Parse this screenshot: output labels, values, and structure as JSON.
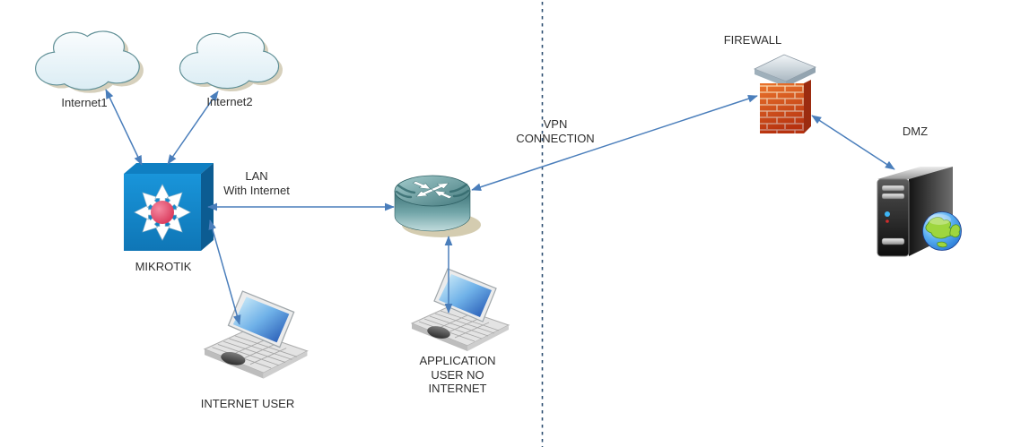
{
  "diagram_type": "network-topology",
  "nodes": {
    "internet1": {
      "label": "Internet1",
      "icon": "cloud-icon"
    },
    "internet2": {
      "label": "Internet2",
      "icon": "cloud-icon"
    },
    "mikrotik": {
      "label": "MIKROTIK",
      "icon": "switch-icon"
    },
    "router": {
      "icon": "router-icon"
    },
    "firewall": {
      "label": "FIREWALL",
      "icon": "brick-wall-icon"
    },
    "dmz": {
      "label": "DMZ",
      "icon": "server-globe-icon"
    },
    "internet_user": {
      "label": "INTERNET USER",
      "icon": "laptop-icon"
    },
    "app_user": {
      "lines": [
        "APPLICATION",
        "USER NO",
        "INTERNET"
      ],
      "icon": "laptop-icon"
    }
  },
  "edge_labels": {
    "lan": [
      "LAN",
      "With Internet"
    ],
    "vpn": [
      "VPN",
      "CONNECTION"
    ]
  },
  "connections": [
    {
      "from": "mikrotik",
      "to": "internet1",
      "bidirectional": true
    },
    {
      "from": "mikrotik",
      "to": "internet2",
      "bidirectional": true
    },
    {
      "from": "mikrotik",
      "to": "router",
      "bidirectional": true,
      "label": "LAN With Internet"
    },
    {
      "from": "mikrotik",
      "to": "internet_user",
      "bidirectional": true
    },
    {
      "from": "router",
      "to": "app_user",
      "bidirectional": true
    },
    {
      "from": "router",
      "to": "firewall",
      "bidirectional": true,
      "label": "VPN CONNECTION"
    },
    {
      "from": "firewall",
      "to": "dmz",
      "bidirectional": true
    }
  ],
  "colors": {
    "background": "#ffffff",
    "arrow": "#4a7ebb",
    "separator": "#2e4f72",
    "label_text": "#2e2e2e",
    "mikrotik_blue": "#1189cd",
    "mikrotik_hub": "#dd4060",
    "router_teal": "#4f8a8d",
    "firewall_brick": "#dc4a1b",
    "server_dark": "#2b2b2b",
    "cloud_outline": "#5f8f96"
  }
}
